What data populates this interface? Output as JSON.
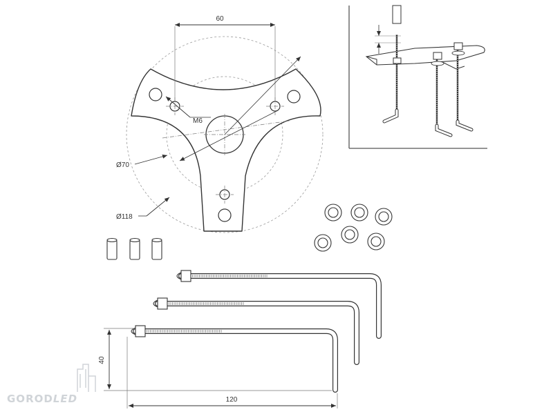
{
  "drawing": {
    "plate": {
      "dim_top": "60",
      "thread_label": "M6",
      "dia_inner": "Ø70",
      "dia_outer": "Ø118"
    },
    "bolt": {
      "dim_height": "40",
      "dim_length": "120"
    }
  },
  "watermark": {
    "text": "GOROD",
    "suffix": "LED"
  },
  "colors": {
    "line": "#333333",
    "thin": "#777777",
    "thread": "#999999",
    "logo": "#d0d4d8"
  }
}
